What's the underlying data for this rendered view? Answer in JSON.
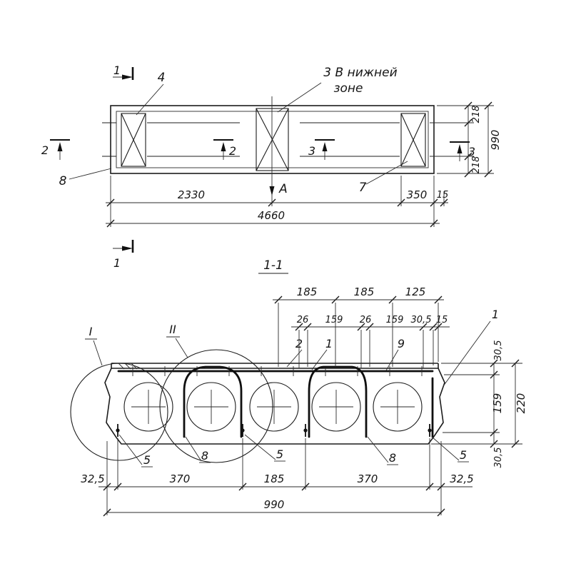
{
  "plan": {
    "section_marks": {
      "one_top": "1",
      "one_bottom": "1",
      "two_outer": "2",
      "two_inner": "2",
      "three_inner": "3",
      "three_outer": "3"
    },
    "item_labels": {
      "item4": "4",
      "item7": "7",
      "item8": "8",
      "axis": "А"
    },
    "note": {
      "line1": "3 В нижней",
      "line2": "зоне"
    },
    "dims": {
      "half_length": "2330",
      "end_offset": "350",
      "gap": "15",
      "total_length": "4660",
      "edge_top": "218",
      "width": "990",
      "edge_bottom": "218"
    }
  },
  "section": {
    "title": "1-1",
    "details": {
      "one": "I",
      "two": "II"
    },
    "item_labels": {
      "flange": "2",
      "hook": "1",
      "mesh": "9",
      "edge_bar": "1",
      "anchor_left": "5",
      "hook_left": "8",
      "anchor_mid": "5",
      "hook_right": "8",
      "anchor_right": "5"
    },
    "dims_top_row1": [
      "185",
      "185",
      "125"
    ],
    "dims_top_row2": [
      "26",
      "159",
      "26",
      "159",
      "30,5",
      "15"
    ],
    "dims_right": {
      "top": "30,5",
      "mid": "159",
      "bottom": "30,5",
      "total": "220"
    },
    "dims_bottom": [
      "32,5",
      "370",
      "185",
      "370",
      "32,5"
    ],
    "dims_bottom_total": "990"
  }
}
